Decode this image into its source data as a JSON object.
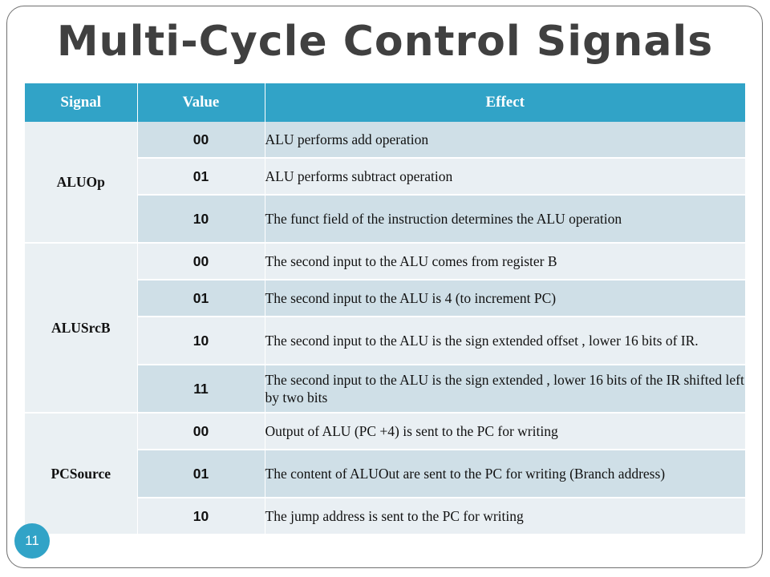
{
  "slide": {
    "title": "Multi-Cycle Control Signals",
    "page_number": "11"
  },
  "table": {
    "headers": [
      "Signal",
      "Value",
      "Effect"
    ],
    "groups": [
      {
        "signal": "ALUOp",
        "rows": [
          {
            "value": "00",
            "effect": "ALU performs add operation"
          },
          {
            "value": "01",
            "effect": "ALU performs subtract operation"
          },
          {
            "value": "10",
            "effect": "The funct field of the instruction determines the ALU operation"
          }
        ]
      },
      {
        "signal": "ALUSrcB",
        "rows": [
          {
            "value": "00",
            "effect": "The second input to the ALU comes from register B"
          },
          {
            "value": "01",
            "effect": "The second input to the ALU is 4  (to increment PC)"
          },
          {
            "value": "10",
            "effect": "The second input to the ALU is the sign extended offset , lower 16 bits of IR."
          },
          {
            "value": "11",
            "effect": "The second input to the ALU is the sign extended , lower 16 bits of the IR shifted left by two bits"
          }
        ]
      },
      {
        "signal": "PCSource",
        "rows": [
          {
            "value": "00",
            "effect": "Output of ALU (PC +4) is sent to the PC for writing"
          },
          {
            "value": "01",
            "effect": "The content of ALUOut are sent to the PC for writing (Branch address)"
          },
          {
            "value": "10",
            "effect": "The jump address is sent to the PC for writing"
          }
        ]
      }
    ]
  }
}
